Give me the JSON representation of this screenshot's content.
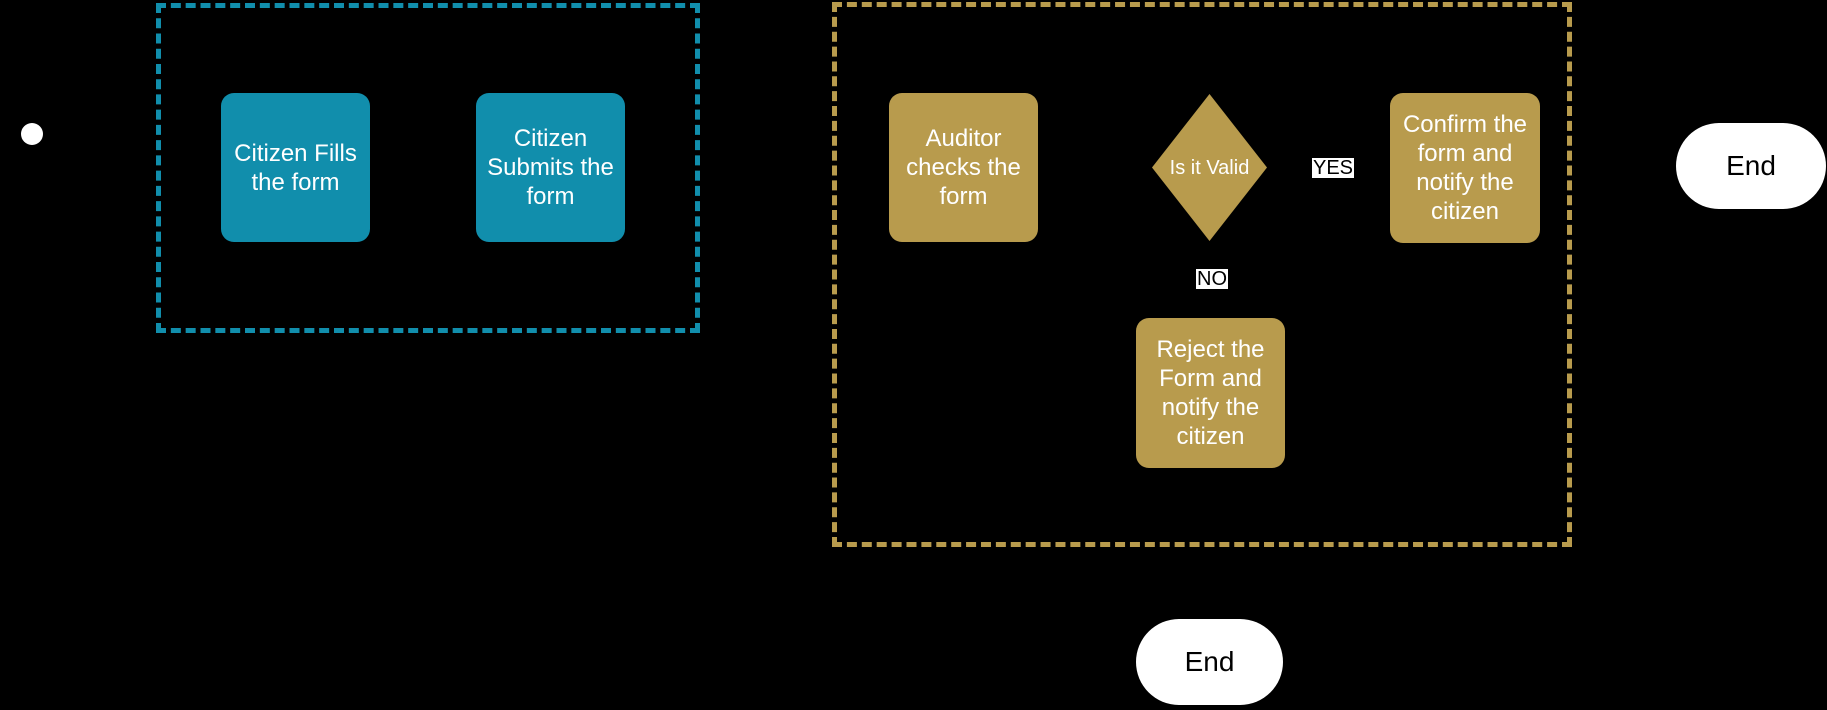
{
  "colors": {
    "background": "#000000",
    "teal": "#118EAC",
    "gold": "#B89B4D",
    "node_text": "#FFFFFF",
    "terminal_fill": "#FFFFFF",
    "terminal_text": "#000000",
    "edge_label_bg": "#FFFFFF",
    "edge_label_text": "#000000"
  },
  "nodes": {
    "start": {
      "shape": "circle"
    },
    "citizen_fills": {
      "label": "Citizen Fills\nthe form",
      "shape": "rounded-rect",
      "color": "teal"
    },
    "citizen_submits": {
      "label": "Citizen\nSubmits the\nform",
      "shape": "rounded-rect",
      "color": "teal"
    },
    "auditor_checks": {
      "label": "Auditor\nchecks the\nform",
      "shape": "rounded-rect",
      "color": "gold"
    },
    "is_it_valid": {
      "label": "Is it Valid",
      "shape": "diamond",
      "color": "gold"
    },
    "confirm_form": {
      "label": "Confirm the\nform and\nnotify the\ncitizen",
      "shape": "rounded-rect",
      "color": "gold"
    },
    "reject_form": {
      "label": "Reject the\nForm and\nnotify the\ncitizen",
      "shape": "rounded-rect",
      "color": "gold"
    },
    "end_right": {
      "label": "End",
      "shape": "stadium"
    },
    "end_bottom": {
      "label": "End",
      "shape": "stadium"
    }
  },
  "edge_labels": {
    "yes": "YES",
    "no": "NO"
  },
  "lanes": {
    "citizen": {
      "border_style": "dashed",
      "color": "teal"
    },
    "auditor": {
      "border_style": "dashed",
      "color": "gold"
    }
  }
}
